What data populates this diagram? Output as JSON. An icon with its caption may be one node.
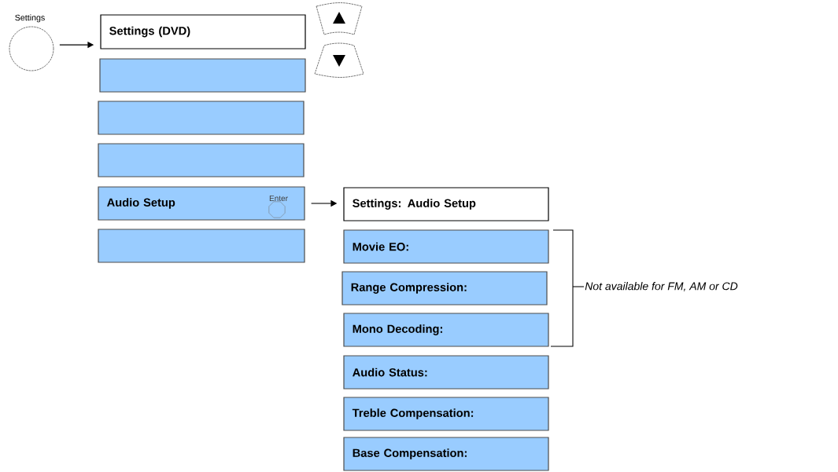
{
  "diagram": {
    "nodes": [
      {
        "text": [
          "Settings"
        ]
      },
      {
        "text": [
          "Settings (DVD)"
        ]
      },
      {
        "text": [],
        "shape": "box"
      },
      {
        "text": [],
        "shape": "box"
      },
      {
        "text": [],
        "shape": "box"
      },
      {
        "text": [
          "Audio Setup"
        ]
      },
      {
        "text": [
          "Enter"
        ],
        "in": 5
      },
      {
        "text": [],
        "shape": "box"
      },
      {
        "text": [
          "Settings: Audio Setup"
        ]
      },
      {
        "text": [
          "Movie EO:"
        ]
      },
      {
        "text": [
          "Range Compression:"
        ]
      },
      {
        "text": [
          "Mono Decoding:"
        ]
      },
      {
        "text": [
          "Audio Status:"
        ]
      },
      {
        "text": [
          "Treble Compensation:"
        ]
      },
      {
        "text": [
          "Base Compensation:"
        ]
      }
    ],
    "edges": [
      {
        "from": 0,
        "to": 1,
        "arrow": "to"
      },
      {
        "from": 5,
        "to": 8,
        "arrow": "to"
      }
    ],
    "labels": [
      "Not available for FM, AM or CD"
    ]
  }
}
